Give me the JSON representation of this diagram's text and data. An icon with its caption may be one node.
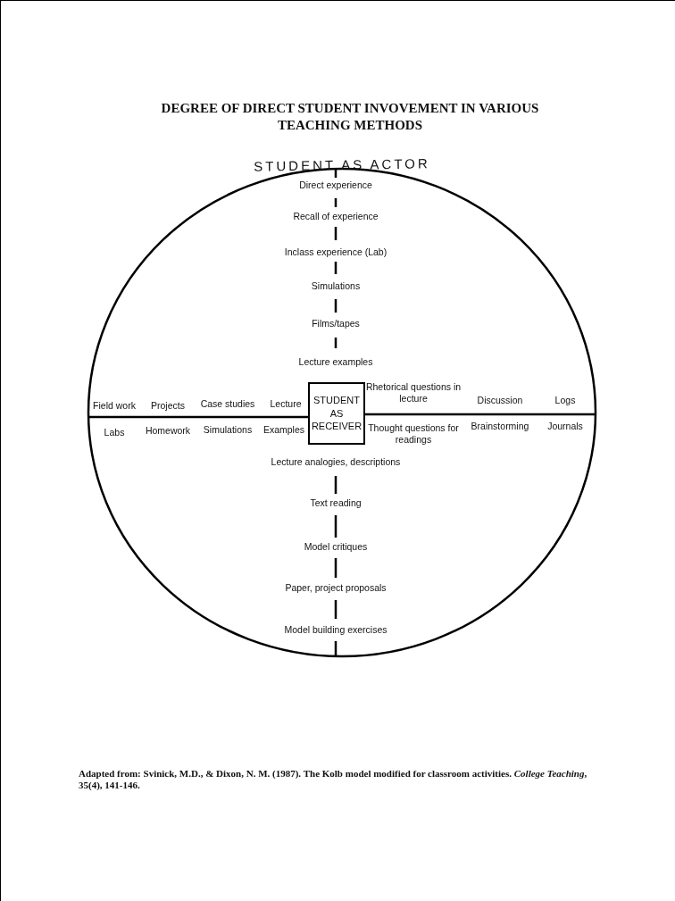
{
  "diagram": {
    "title": "DEGREE OF DIRECT STUDENT INVOVEMENT IN VARIOUS TEACHING METHODS",
    "caption": "Adapted from: Svinick, M.D., & Dixon, N. M. (1987). The Kolb model modified for classroom activities. *College Teaching*, 35(4), 141-146.",
    "nodes": [
      {
        "text": [
          "STUDENT AS ACTOR"
        ]
      },
      {
        "text": [
          "STUDENT AS RECEIVER"
        ],
        "in": 0
      }
    ],
    "edges": [],
    "labels": [
      "Direct experience",
      "Recall of experience",
      "Inclass experience (Lab)",
      "Simulations",
      "Films/tapes",
      "Lecture examples",
      "Rhetorical questions in lecture",
      "Field work",
      "Projects",
      "Case studies",
      "Lecture",
      "Discussion",
      "Logs",
      "Labs",
      "Homework",
      "Simulations",
      "Examples",
      "Thought questions for readings",
      "Brainstorming",
      "Journals",
      "Lecture analogies, descriptions",
      "Text reading",
      "Model critiques",
      "Paper, project proposals",
      "Model building exercises"
    ]
  }
}
